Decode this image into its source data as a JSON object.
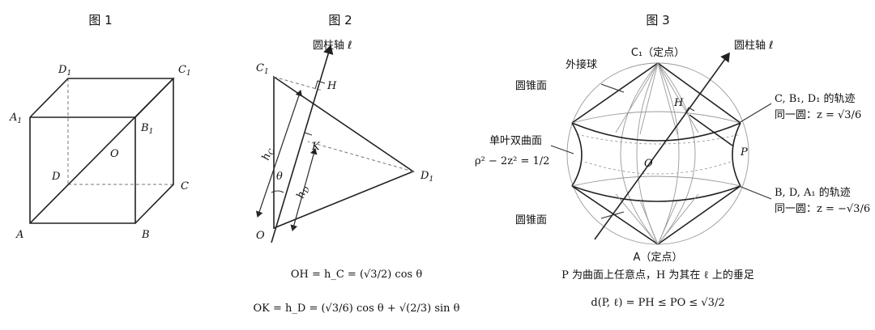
{
  "fig1": {
    "title": "图 1",
    "labels": {
      "D1": "D",
      "C1": "C",
      "A1": "A",
      "B1": "B",
      "O": "O",
      "D": "D",
      "C": "C",
      "A": "A",
      "B": "B",
      "sub1": "1"
    }
  },
  "fig2": {
    "title": "图 2",
    "axis_label": "圆柱轴 ℓ",
    "labels": {
      "C1": "C",
      "H": "H",
      "K": "K",
      "D1": "D",
      "O": "O",
      "theta": "θ",
      "hC": "h",
      "hD": "h",
      "subC": "C",
      "subD": "D",
      "sub1": "1"
    },
    "formula1": "OH = h_C = (√3/2) cos θ",
    "formula2": "OK = h_D = (√3/6) cos θ + √(2/3) sin θ"
  },
  "fig3": {
    "title": "图 3",
    "top_label": "C₁（定点）",
    "axis_label": "圆柱轴 ℓ",
    "sphere_label": "外接球",
    "cone_top_label": "圆锥面",
    "cone_bottom_label": "圆锥面",
    "hyperboloid_label": "单叶双曲面",
    "hyperboloid_eq": "ρ² − 2z² = 1/2",
    "H": "H",
    "O": "O",
    "P": "P",
    "right_top_1": "C, B₁, D₁ 的轨迹",
    "right_top_2": "同一圆：z = √3/6",
    "right_bot_1": "B, D, A₁ 的轨迹",
    "right_bot_2": "同一圆：z = −√3/6",
    "bottom_label": "A（定点）",
    "caption1": "P 为曲面上任意点，H 为其在 ℓ 上的垂足",
    "caption2": "d(P, ℓ) = PH ≤ PO ≤ √3/2"
  }
}
